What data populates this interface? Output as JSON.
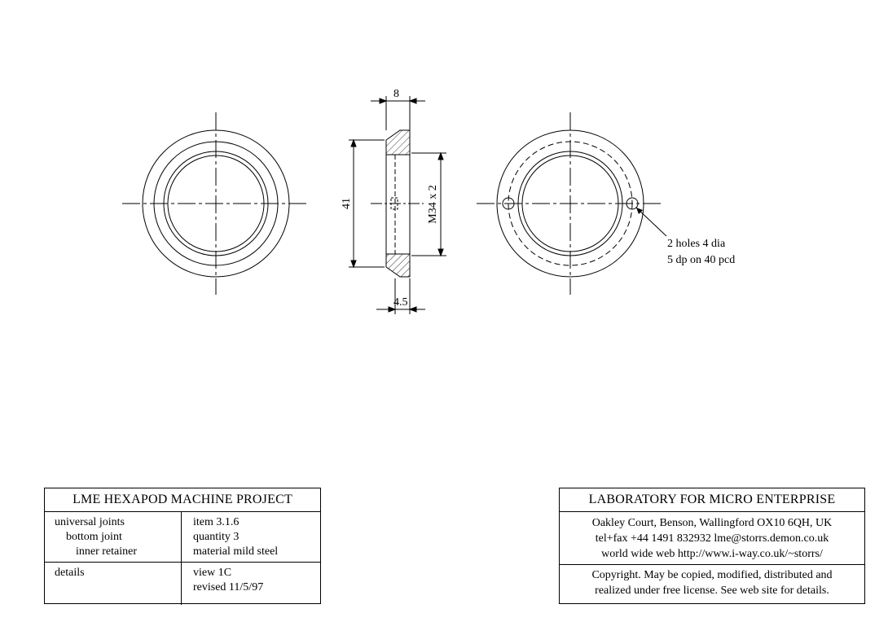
{
  "drawing": {
    "dim_width": "8",
    "dim_diameter": "41",
    "dim_thread": "M34 x 2",
    "dim_depth": "4.5",
    "note_line1": "2 holes 4 dia",
    "note_line2": "5 dp on 40 pcd"
  },
  "title_block": {
    "project": "LME HEXAPOD MACHINE  PROJECT",
    "desc": [
      "universal joints",
      "bottom joint",
      "inner retainer"
    ],
    "item": "item 3.1.6",
    "quantity": "quantity 3",
    "material": "material mild steel",
    "details_label": "details",
    "view": "view 1C",
    "revised": "revised 11/5/97"
  },
  "lab_block": {
    "name": "LABORATORY FOR MICRO ENTERPRISE",
    "address": "Oakley Court, Benson, Wallingford OX10 6QH, UK",
    "contact": "tel+fax +44 1491 832932  lme@storrs.demon.co.uk",
    "web": "world wide web  http://www.i-way.co.uk/~storrs/",
    "copyright_line1": "Copyright. May be copied, modified, distributed and",
    "copyright_line2": "realized under free license. See web site for details."
  }
}
